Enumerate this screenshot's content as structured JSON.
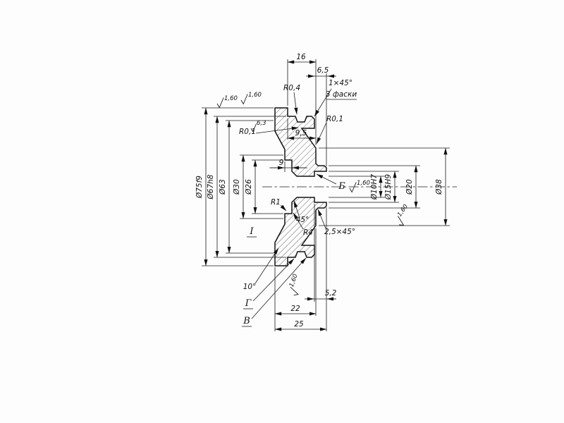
{
  "drawing": {
    "top": {
      "rim_width": "16",
      "hub_length": "6,5",
      "chamfer": "1×45°",
      "chamfer_count": "3 фаски",
      "groove_radius": "R0,4",
      "web_offset": "9,5",
      "fillet_left": "R0,1",
      "fillet_right": "R0,1"
    },
    "left_diameters": {
      "d75": "Ø75f9",
      "d67": "Ø67h8",
      "d63": "Ø63",
      "d30": "Ø30",
      "d26": "Ø26"
    },
    "right_diameters": {
      "d10": "Ø10Н7",
      "d15": "Ø15Н9",
      "d20": "Ø20",
      "d38": "Ø38"
    },
    "center": {
      "section_label": "Б",
      "recess_depth": "9",
      "fillet_r1": "R1"
    },
    "lower": {
      "cone_angle": "45°",
      "fillet_r4": "R4",
      "chamfer": "2,5×45°",
      "detail_label": "I",
      "taper_angle": "10°",
      "surface_g": "Г",
      "surface_v": "В",
      "counterbore_depth": "5,2",
      "hub_width": "22",
      "total_width": "25"
    },
    "roughness": {
      "a": "1,60",
      "b": "1,60",
      "c": "1,60",
      "d": "1,60",
      "e": "1,60",
      "web": "6,3"
    }
  }
}
